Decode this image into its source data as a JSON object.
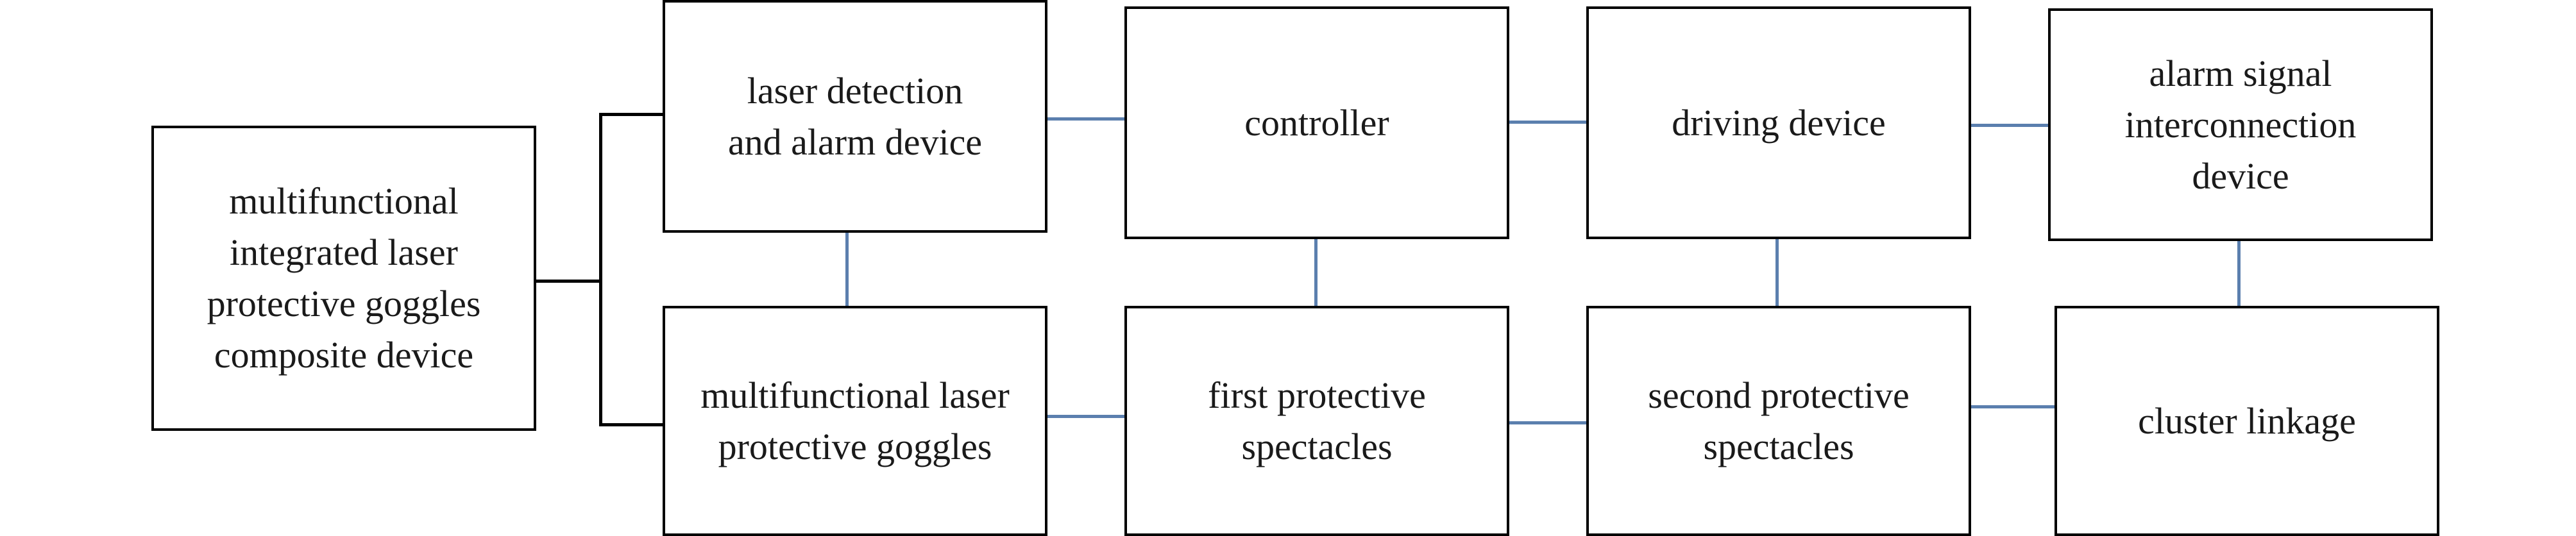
{
  "colors": {
    "box_border": "#000000",
    "text": "#1a1a1a",
    "connector_black": "#000000",
    "connector_blue": "#5b7fae",
    "background": "#ffffff"
  },
  "nodes": {
    "composite_device": "multifunctional\nintegrated laser\nprotective goggles\ncomposite device",
    "laser_detection": "laser detection\nand alarm device",
    "controller": "controller",
    "driving_device": "driving device",
    "alarm_interconnection": "alarm signal\ninterconnection\ndevice",
    "multifunctional_goggles": "multifunctional laser\nprotective goggles",
    "first_spectacles": "first protective\nspectacles",
    "second_spectacles": "second protective\nspectacles",
    "cluster_linkage": "cluster linkage"
  },
  "edges": [
    {
      "from": "composite_device",
      "to": "laser_detection"
    },
    {
      "from": "composite_device",
      "to": "multifunctional_goggles"
    },
    {
      "from": "laser_detection",
      "to": "controller"
    },
    {
      "from": "controller",
      "to": "driving_device"
    },
    {
      "from": "driving_device",
      "to": "alarm_interconnection"
    },
    {
      "from": "multifunctional_goggles",
      "to": "first_spectacles"
    },
    {
      "from": "first_spectacles",
      "to": "second_spectacles"
    },
    {
      "from": "second_spectacles",
      "to": "cluster_linkage"
    },
    {
      "from": "laser_detection",
      "to": "multifunctional_goggles"
    },
    {
      "from": "controller",
      "to": "first_spectacles"
    },
    {
      "from": "driving_device",
      "to": "second_spectacles"
    },
    {
      "from": "alarm_interconnection",
      "to": "cluster_linkage"
    }
  ]
}
